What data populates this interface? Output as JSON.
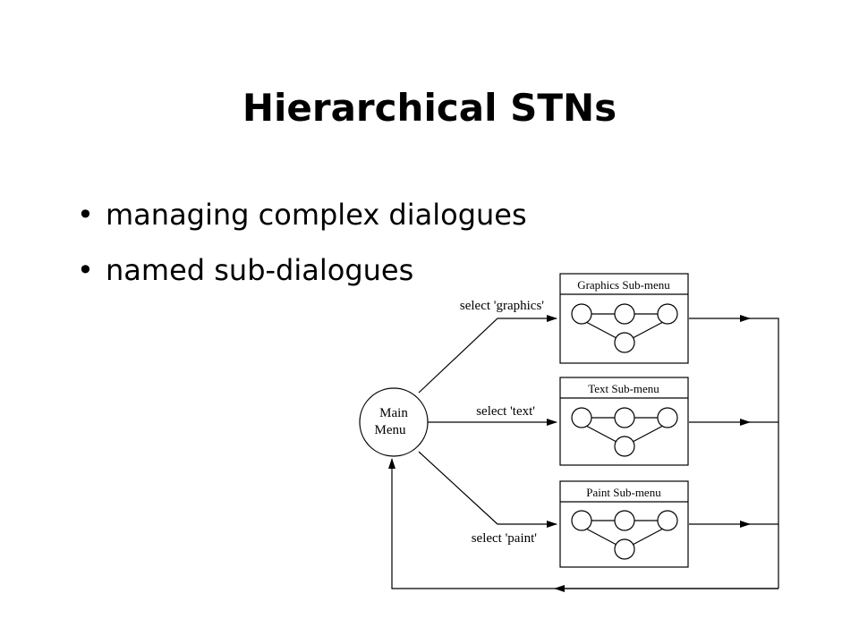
{
  "slide": {
    "title": "Hierarchical STNs",
    "bullets": [
      "managing complex dialogues",
      "named sub-dialogues"
    ],
    "bullet_symbol": "•"
  },
  "diagram": {
    "main_node": {
      "line1": "Main",
      "line2": "Menu"
    },
    "submenus": [
      {
        "title": "Graphics  Sub-menu",
        "transition": "select 'graphics'"
      },
      {
        "title": "Text  Sub-menu",
        "transition": "select 'text'"
      },
      {
        "title": "Paint  Sub-menu",
        "transition": "select 'paint'"
      }
    ]
  }
}
